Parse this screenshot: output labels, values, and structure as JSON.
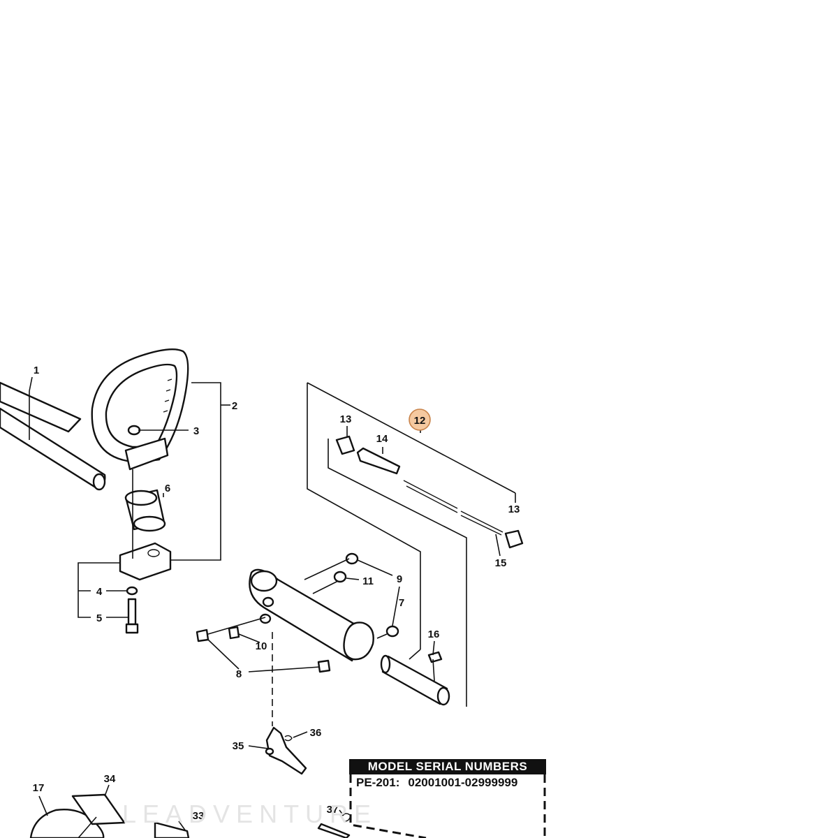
{
  "callouts": [
    {
      "id": "1",
      "label": "1"
    },
    {
      "id": "2",
      "label": "2"
    },
    {
      "id": "3",
      "label": "3"
    },
    {
      "id": "4",
      "label": "4"
    },
    {
      "id": "5",
      "label": "5"
    },
    {
      "id": "6",
      "label": "6"
    },
    {
      "id": "7",
      "label": "7"
    },
    {
      "id": "8",
      "label": "8"
    },
    {
      "id": "9",
      "label": "9"
    },
    {
      "id": "10",
      "label": "10"
    },
    {
      "id": "11",
      "label": "11"
    },
    {
      "id": "12",
      "label": "12",
      "highlighted": true
    },
    {
      "id": "13a",
      "label": "13"
    },
    {
      "id": "13b",
      "label": "13"
    },
    {
      "id": "14",
      "label": "14"
    },
    {
      "id": "15",
      "label": "15"
    },
    {
      "id": "16",
      "label": "16"
    },
    {
      "id": "17",
      "label": "17"
    },
    {
      "id": "33",
      "label": "33"
    },
    {
      "id": "34",
      "label": "34"
    },
    {
      "id": "35",
      "label": "35"
    },
    {
      "id": "36",
      "label": "36"
    },
    {
      "id": "37",
      "label": "37"
    }
  ],
  "serial_table": {
    "header": "MODEL SERIAL NUMBERS",
    "model": "PE-201:",
    "range": "02001001-02999999"
  },
  "watermark": "LEADVENTURE",
  "colors": {
    "line": "#111111",
    "highlight_fill": "#f5c9a0",
    "highlight_stroke": "#c8834a",
    "watermark": "#e4e4e4"
  }
}
